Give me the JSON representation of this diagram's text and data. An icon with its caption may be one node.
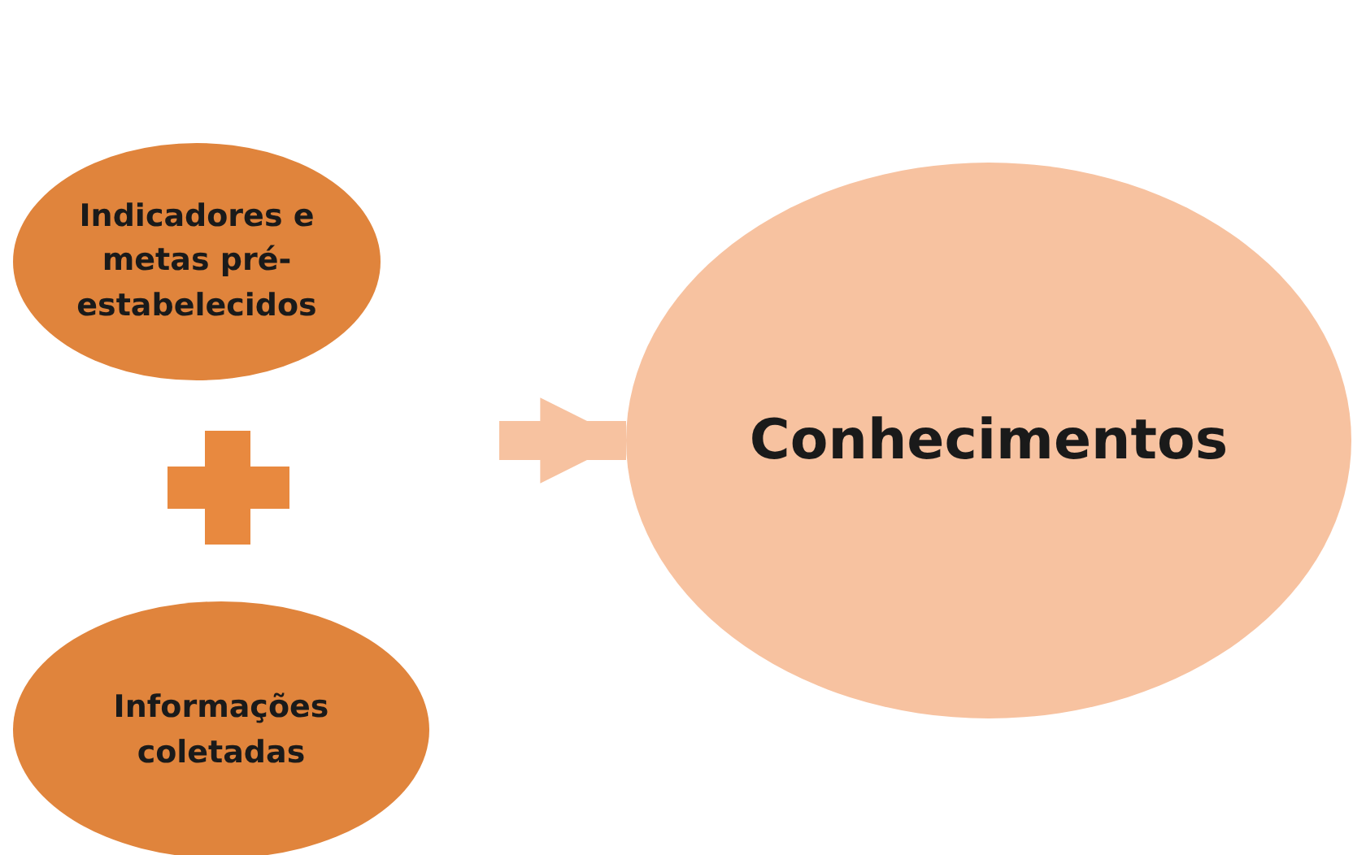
{
  "diagram": {
    "nodes": [
      {
        "text": [
          "Indicadores e metas pré-estabelecidos"
        ]
      },
      {
        "text": [
          "Informações coletadas"
        ]
      },
      {
        "text": [
          "Conhecimentos"
        ]
      }
    ],
    "edges": [
      {
        "from": null,
        "to": 2,
        "arrow": "to"
      }
    ]
  }
}
